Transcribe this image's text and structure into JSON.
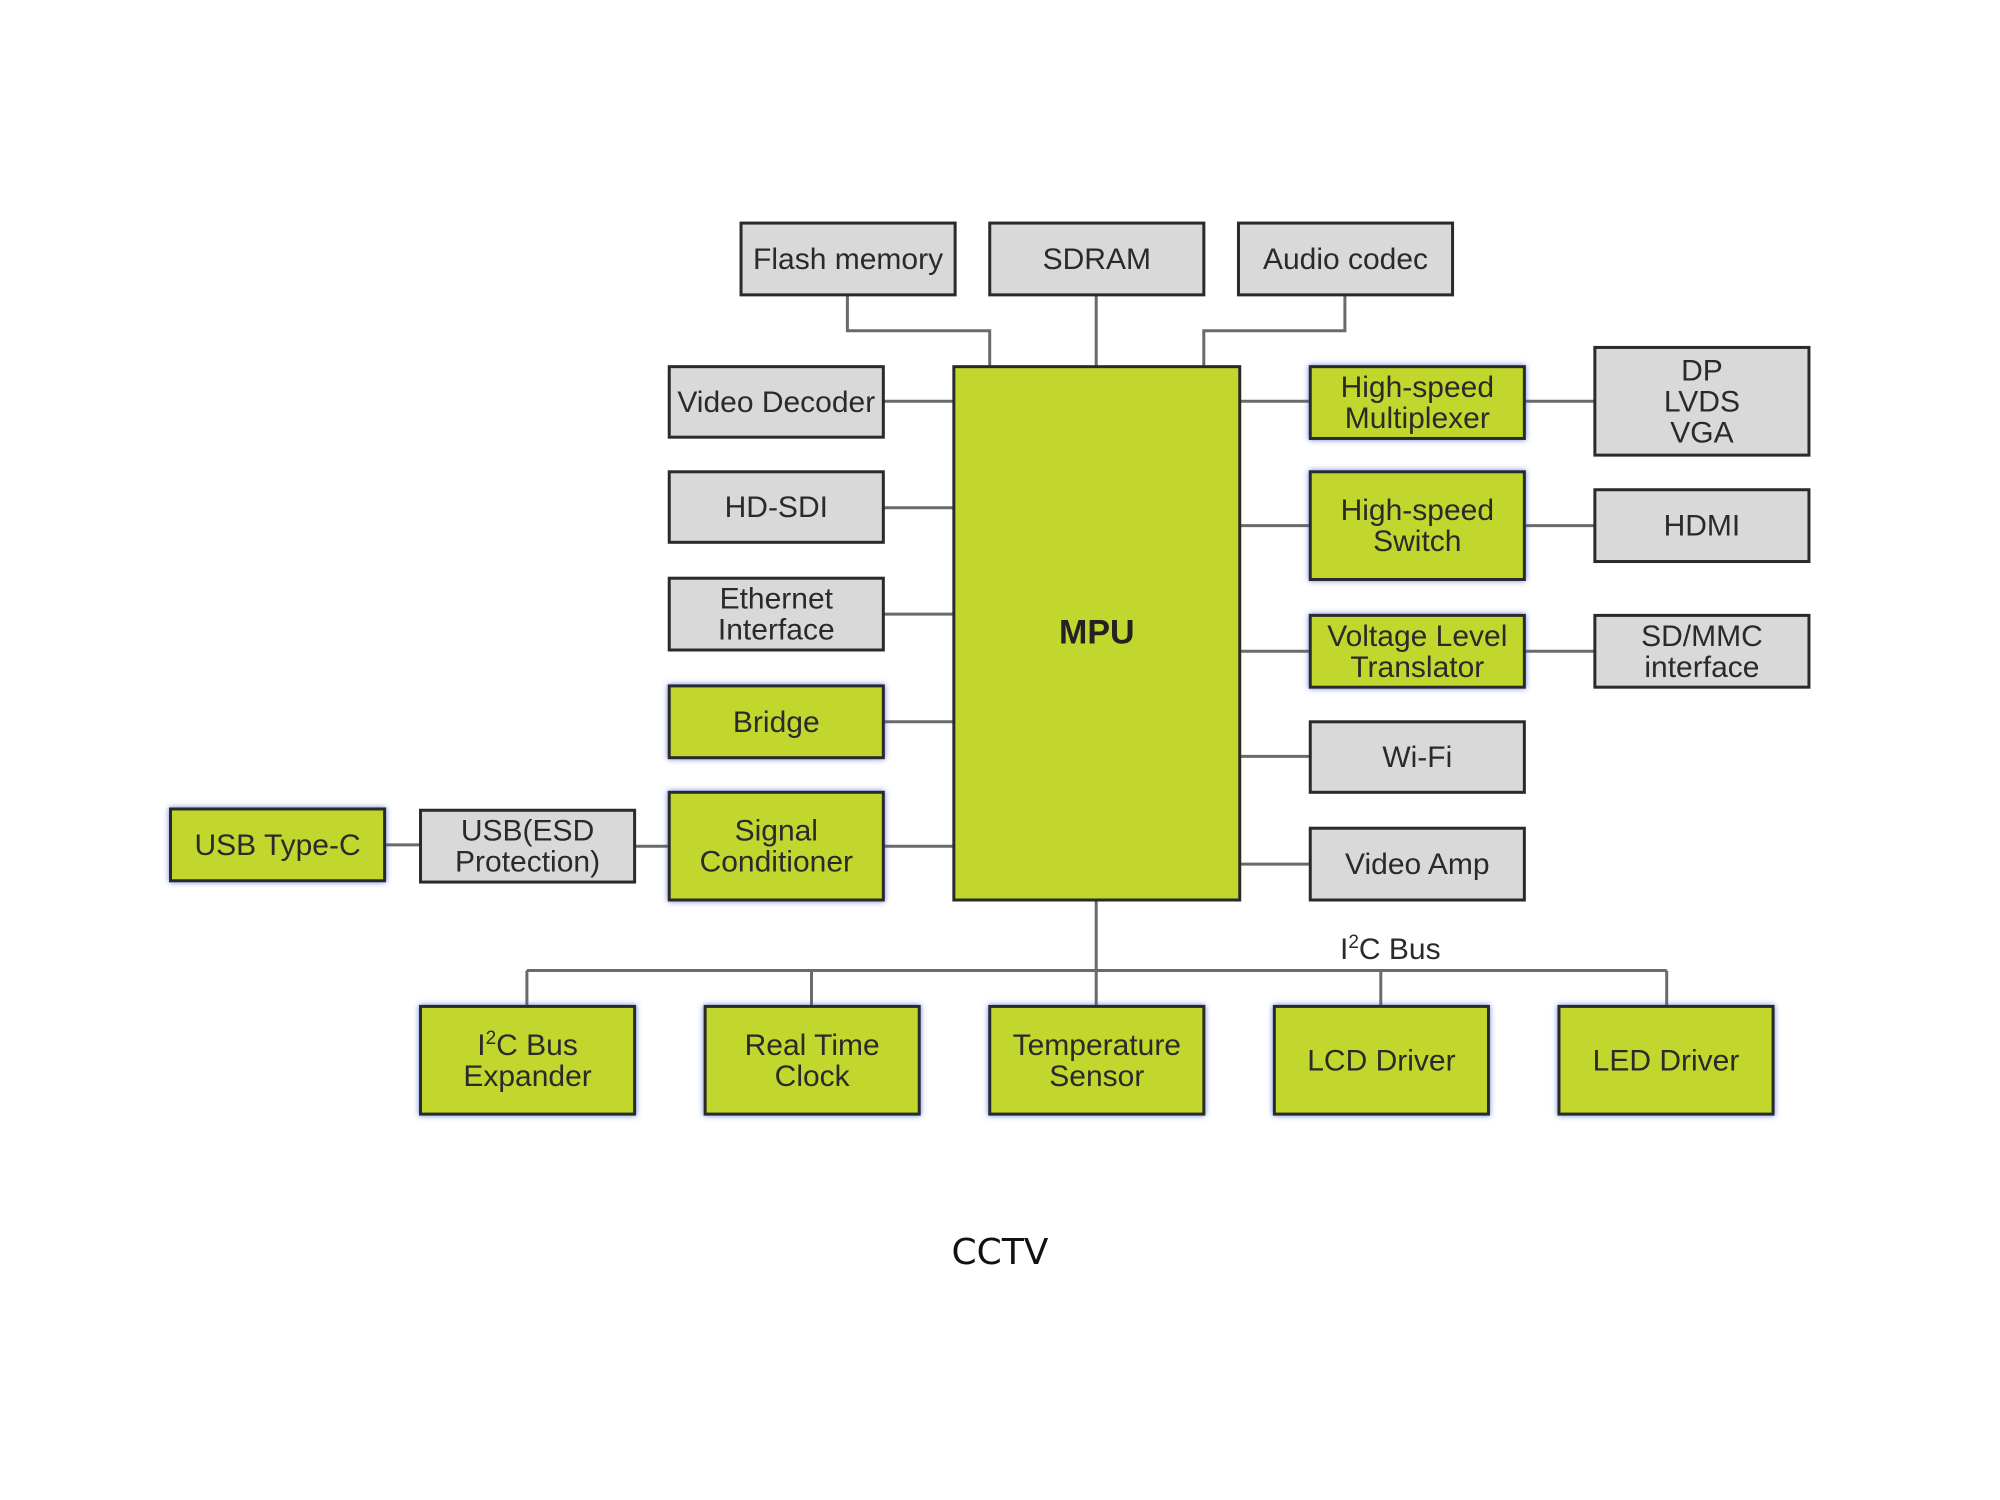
{
  "caption": "CCTV",
  "colors": {
    "block_green": "#c1d72e",
    "block_gray": "#d9d9d9",
    "outline": "#2a2a2a",
    "wire": "#6a6a6a"
  },
  "blocks": {
    "flash": [
      "Flash memory"
    ],
    "sdram": [
      "SDRAM"
    ],
    "audio": [
      "Audio codec"
    ],
    "video_decoder": [
      "Video Decoder"
    ],
    "hd_sdi": [
      "HD-SDI"
    ],
    "ethernet": [
      "Ethernet",
      "Interface"
    ],
    "bridge": [
      "Bridge"
    ],
    "signal_cond": [
      "Signal",
      "Conditioner"
    ],
    "usb_esd": [
      "USB(ESD",
      "Protection)"
    ],
    "usb_c": [
      "USB Type-C"
    ],
    "mpu": [
      "MPU"
    ],
    "hs_mux": [
      "High-speed",
      "Multiplexer"
    ],
    "dp": [
      "DP",
      "LVDS",
      "VGA"
    ],
    "hs_switch": [
      "High-speed",
      "Switch"
    ],
    "hdmi": [
      "HDMI"
    ],
    "vlt": [
      "Voltage Level",
      "Translator"
    ],
    "sdmmc": [
      "SD/MMC",
      "interface"
    ],
    "wifi": [
      "Wi-Fi"
    ],
    "video_amp": [
      "Video Amp"
    ],
    "i2c_expander": [
      "I|2|C Bus",
      "Expander"
    ],
    "rtc": [
      "Real Time",
      "Clock"
    ],
    "temp": [
      "Temperature",
      "Sensor"
    ],
    "lcd": [
      "LCD Driver"
    ],
    "led": [
      "LED Driver"
    ]
  },
  "bus_label": {
    "pre": "I",
    "sup": "2",
    "post": "C Bus"
  }
}
